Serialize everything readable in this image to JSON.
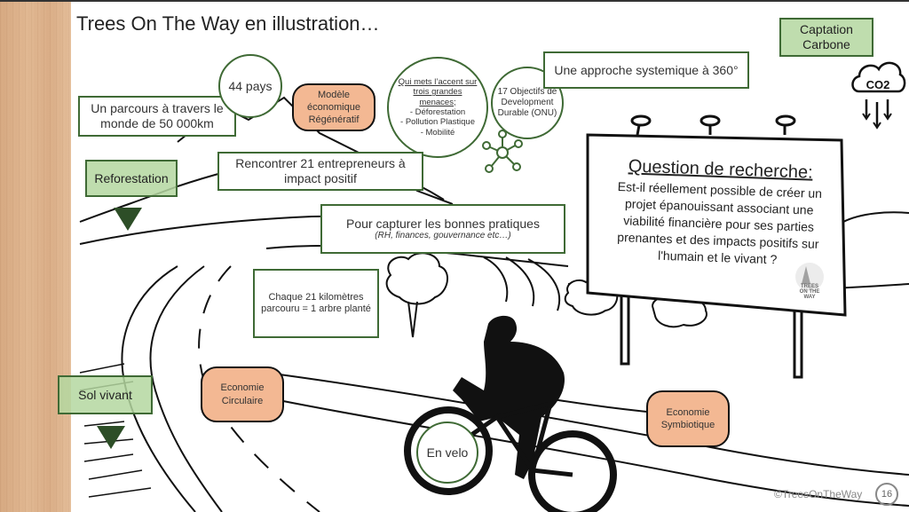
{
  "slide": {
    "title": "Trees On The Way en illustration…",
    "page_number": "16",
    "copyright": "©TreesOnTheWay"
  },
  "boxes": {
    "parcours": "Un parcours à travers le monde de 50 000km",
    "pays": "44 pays",
    "rencontrer": "Rencontrer 21 entrepreneurs à impact positif",
    "capturer_title": "Pour capturer les bonnes pratiques",
    "capturer_sub": "(RH, finances, gouvernance etc…)",
    "chaque": "Chaque 21 kilomètres parcouru = 1 arbre planté",
    "approche": "Une approche systemique à 360°",
    "odd": "17 Objectifs de Development Durable (ONU)",
    "menaces_heading": "Qui mets l’accent sur trois grandes menaces;",
    "menaces": [
      "Déforestation",
      "Pollution Plastique",
      "Mobilité"
    ],
    "en_velo": "En velo"
  },
  "economy": {
    "regeneratif": "Modèle économique Régénératif",
    "circulaire": "Economie Circulaire",
    "symbiotique": "Economie Symbiotique"
  },
  "green_labels": {
    "reforestation": "Reforestation",
    "sol_vivant": "Sol vivant",
    "captation": "Captation Carbone"
  },
  "co2_icon_label": "CO2",
  "billboard": {
    "title": "Question de recherche:",
    "body": "Est-il réellement possible de créer un projet épanouissant associant une viabilité financière pour ses parties prenantes et des impacts positifs sur l'humain et le vivant ?",
    "logo_text": "TREES ON THE WAY"
  },
  "colors": {
    "green_border": "#3f6a35",
    "green_fill": "#b4d7a0",
    "salmon": "#f3b893",
    "dark_green": "#2d4e27"
  }
}
